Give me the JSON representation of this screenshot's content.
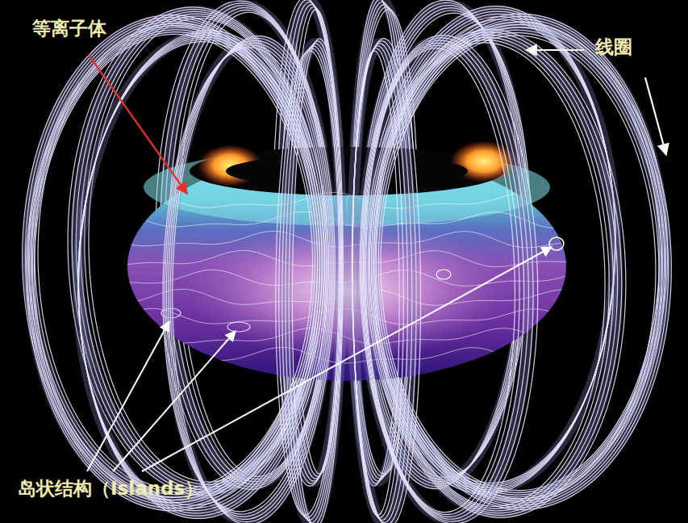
{
  "diagram": {
    "labels": [
      "等离子体",
      "线圈",
      "岛状结构（Islands）"
    ]
  }
}
